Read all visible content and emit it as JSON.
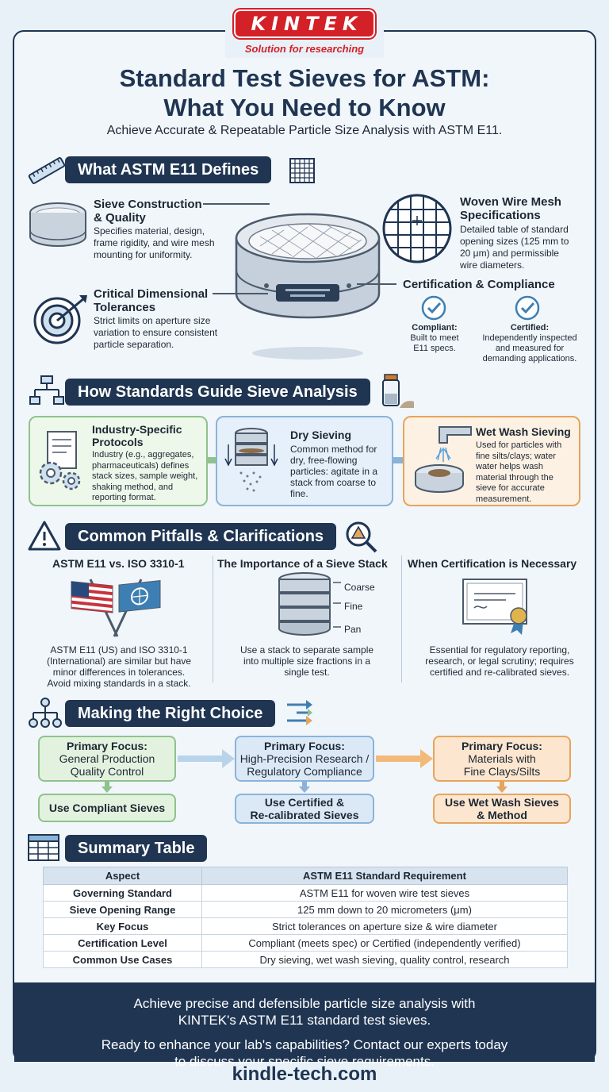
{
  "brand": {
    "name": "KINTEK",
    "tagline": "Solution for researching"
  },
  "title_line1": "Standard Test Sieves for ASTM:",
  "title_line2": "What You Need to Know",
  "subtitle": "Achieve Accurate & Repeatable Particle Size Analysis with ASTM E11.",
  "section1": {
    "heading": "What ASTM E11 Defines",
    "construction": {
      "title1": "Sieve Construction",
      "title2": "& Quality",
      "text": [
        "Specifies material, design,",
        "frame rigidity, and wire mesh",
        "mounting for uniformity."
      ]
    },
    "tolerances": {
      "title1": "Critical Dimensional",
      "title2": "Tolerances",
      "text": [
        "Strict limits on aperture size",
        "variation to ensure consistent",
        "particle separation."
      ]
    },
    "mesh": {
      "title1": "Woven Wire Mesh",
      "title2": "Specifications",
      "text": [
        "Detailed table of standard",
        "opening sizes (125 mm to",
        "20 μm) and permissible",
        "wire diameters."
      ]
    },
    "certification": {
      "title": "Certification & Compliance",
      "compliant": [
        "Compliant:",
        "Built to meet",
        "E11 specs."
      ],
      "certified": [
        "Certified:",
        "Independently inspected",
        "and measured for",
        "demanding applications."
      ]
    }
  },
  "section2": {
    "heading": "How Standards Guide Sieve Analysis",
    "industry": {
      "title1": "Industry-Specific",
      "title2": "Protocols",
      "text": [
        "Industry (e.g., aggregates,",
        "pharmaceuticals) defines",
        "stack sizes, sample weight,",
        "shaking method, and",
        "reporting format."
      ]
    },
    "dry": {
      "title": "Dry Sieving",
      "text": [
        "Common method for",
        "dry, free-flowing",
        "particles: agitate in a",
        "stack from coarse to",
        "fine."
      ]
    },
    "wet": {
      "title": "Wet Wash Sieving",
      "text": [
        "Used for particles with",
        "fine silts/clays; water",
        "water helps wash",
        "material through the",
        "sieve for accurate",
        "measurement."
      ]
    }
  },
  "section3": {
    "heading": "Common Pitfalls & Clarifications",
    "col1": {
      "title": "ASTM E11 vs. ISO 3310-1",
      "text": [
        "ASTM E11 (US) and ISO 3310-1",
        "(International) are similar but have",
        "minor differences in tolerances.",
        "Avoid mixing standards in a stack."
      ]
    },
    "col2": {
      "title": "The Importance of a Sieve Stack",
      "labels": [
        "Coarse",
        "Fine",
        "Pan"
      ],
      "text": [
        "Use a stack to separate sample",
        "into multiple size fractions in a",
        "single test."
      ]
    },
    "col3": {
      "title": "When Certification is Necessary",
      "text": [
        "Essential for regulatory reporting,",
        "research, or legal scrutiny; requires",
        "certified and re-calibrated sieves."
      ]
    }
  },
  "section4": {
    "heading": "Making the Right Choice",
    "choices": [
      {
        "focus": "Primary Focus:",
        "line1": "General Production",
        "line2": "Quality Control",
        "result1": "Use Compliant Sieves",
        "result2": ""
      },
      {
        "focus": "Primary Focus:",
        "line1": "High-Precision Research /",
        "line2": "Regulatory Compliance",
        "result1": "Use Certified &",
        "result2": "Re-calibrated Sieves"
      },
      {
        "focus": "Primary Focus:",
        "line1": "Materials with",
        "line2": "Fine Clays/Silts",
        "result1": "Use Wet Wash Sieves",
        "result2": "& Method"
      }
    ]
  },
  "section5": {
    "heading": "Summary Table",
    "columns": [
      "Aspect",
      "ASTM E11 Standard Requirement"
    ],
    "rows": [
      [
        "Governing Standard",
        "ASTM E11 for woven wire test sieves"
      ],
      [
        "Sieve Opening Range",
        "125 mm down to 20 micrometers (μm)"
      ],
      [
        "Key Focus",
        "Strict tolerances on aperture size & wire diameter"
      ],
      [
        "Certification Level",
        "Compliant (meets spec) or Certified (independently verified)"
      ],
      [
        "Common Use Cases",
        "Dry sieving, wet wash sieving, quality control, research"
      ]
    ]
  },
  "footer": {
    "line1": "Achieve precise and defensible particle size analysis with",
    "line2": "KINTEK's ASTM E11 standard test sieves.",
    "line3": "Ready to enhance your lab's capabilities? Contact our experts today",
    "line4": "to discuss your specific sieve requirements."
  },
  "website": "kindle-tech.com"
}
